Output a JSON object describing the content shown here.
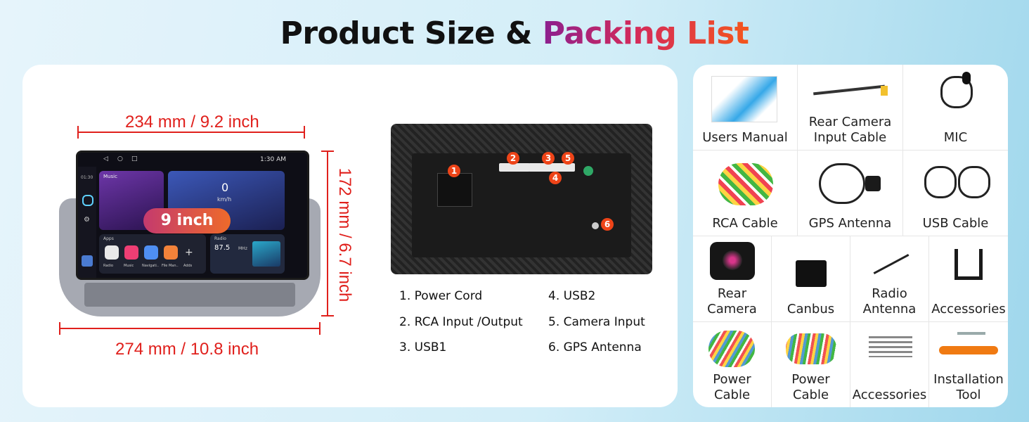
{
  "title": {
    "part1": "Product Size & ",
    "part2": "Packing List"
  },
  "dimensions": {
    "screen_width": "234 mm / 9.2 inch",
    "overall_width": "274 mm / 10.8 inch",
    "height": "172 mm / 6.7 inch"
  },
  "screen": {
    "badge": "9 inch",
    "time_left": "01:30",
    "time_right": "1:30 AM",
    "music_label": "Music",
    "speed_value": "0",
    "speed_unit": "km/h",
    "apps_label": "Apps",
    "apps": [
      "Radio",
      "Music",
      "Navigati..",
      "File Man..",
      "Adds"
    ],
    "radio_label": "Radio",
    "radio_freq": "87.5",
    "radio_unit": "MHz"
  },
  "ports": {
    "badges": [
      "1",
      "2",
      "3",
      "4",
      "5",
      "6"
    ],
    "legend": [
      "1. Power Cord",
      "2. RCA Input /Output",
      "3. USB1",
      "4. USB2",
      "5. Camera Input",
      "6. GPS Antenna"
    ]
  },
  "packing_list": {
    "row1": [
      "Users Manual",
      "Rear Camera\nInput Cable",
      "MIC"
    ],
    "row2": [
      "RCA Cable",
      "GPS Antenna",
      "USB Cable"
    ],
    "row3": [
      "Rear\nCamera",
      "Canbus",
      "Radio\nAntenna",
      "Accessories"
    ],
    "row4": [
      "Power\nCable",
      "Power\nCable",
      "Accessories",
      "Installation\nTool"
    ]
  },
  "colors": {
    "dimension_red": "#e0201c",
    "title_gradient_start": "#8b1f8f",
    "title_gradient_end": "#f4561d",
    "port_badge": "#ee4418"
  }
}
